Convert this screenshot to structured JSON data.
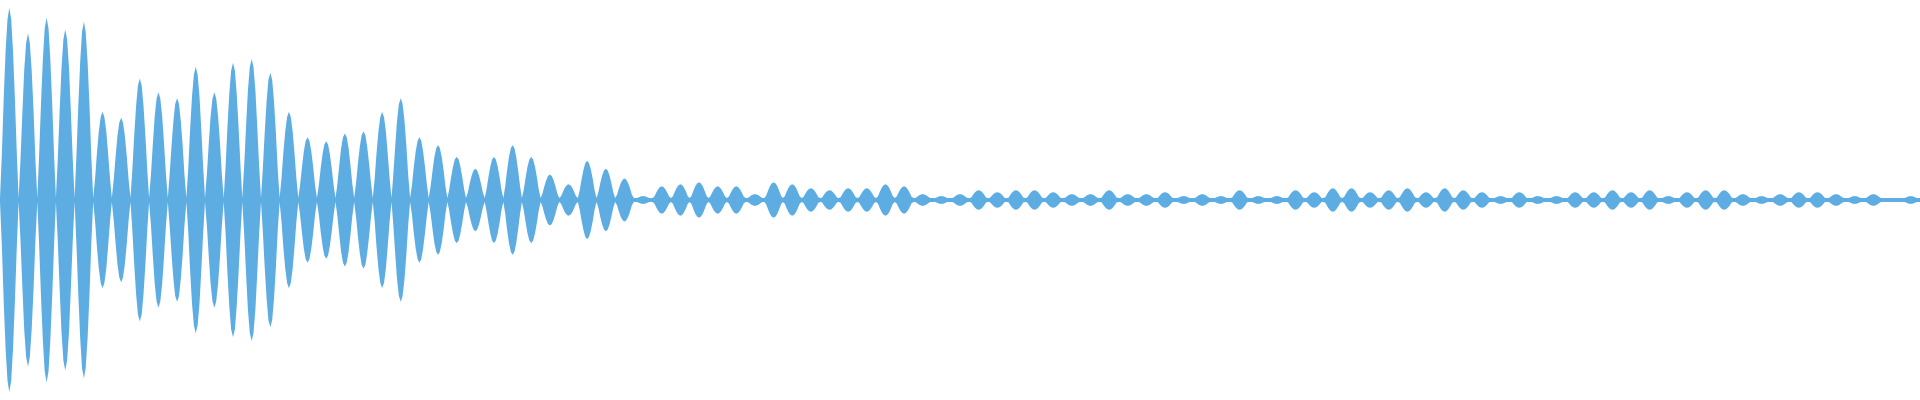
{
  "waveform": {
    "color": "#5DADE2",
    "background": "#FFFFFF",
    "amplitudes": [
      0.98,
      0.85,
      0.93,
      0.87,
      0.91,
      0.45,
      0.42,
      0.62,
      0.55,
      0.52,
      0.68,
      0.55,
      0.7,
      0.72,
      0.65,
      0.45,
      0.32,
      0.3,
      0.34,
      0.35,
      0.45,
      0.52,
      0.32,
      0.28,
      0.22,
      0.16,
      0.22,
      0.28,
      0.22,
      0.13,
      0.08,
      0.2,
      0.16,
      0.11,
      0.02,
      0.07,
      0.08,
      0.09,
      0.07,
      0.07,
      0.03,
      0.09,
      0.08,
      0.06,
      0.05,
      0.06,
      0.06,
      0.08,
      0.07,
      0.03,
      0.02,
      0.03,
      0.05,
      0.04,
      0.05,
      0.05,
      0.04,
      0.03,
      0.03,
      0.05,
      0.03,
      0.03,
      0.04,
      0.02,
      0.03,
      0.02,
      0.05,
      0.02,
      0.02,
      0.05,
      0.04,
      0.06,
      0.06,
      0.04,
      0.05,
      0.06,
      0.04,
      0.06,
      0.05,
      0.04,
      0.02,
      0.04,
      0.02,
      0.02,
      0.04,
      0.04,
      0.05,
      0.04,
      0.05,
      0.02,
      0.04,
      0.05,
      0.05,
      0.03,
      0.02,
      0.03,
      0.04,
      0.04,
      0.03,
      0.02,
      0.03,
      0.01,
      0.02
    ]
  }
}
